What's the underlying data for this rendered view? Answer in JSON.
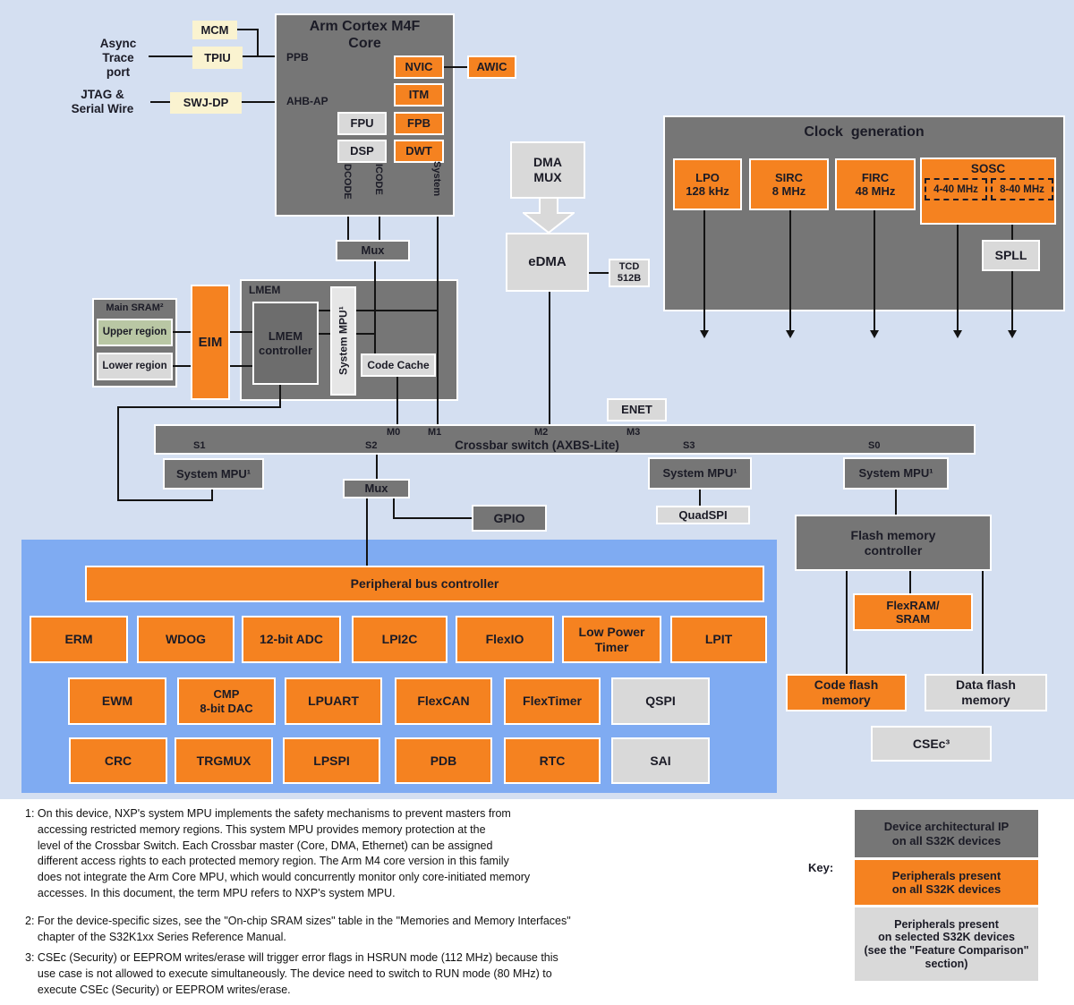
{
  "colors": {
    "page_bg": "#d4dff1",
    "peripheral_panel_blue": "#7fabf2",
    "orange": "#f58220",
    "dark_gray": "#767676",
    "light_gray": "#d9d9d9",
    "cream": "#faf3d0",
    "sram_green": "#b9c7a4",
    "line": "#131313"
  },
  "debug_ports": {
    "async_trace": "Async\nTrace\nport",
    "jtag": "JTAG &\nSerial Wire",
    "mcm": "MCM",
    "tpiu": "TPIU",
    "swj_dp": "SWJ-DP"
  },
  "core": {
    "title": "Arm Cortex M4F\nCore",
    "ppb": "PPB",
    "ahb_ap": "AHB-AP",
    "nvic": "NVIC",
    "itm": "ITM",
    "fpu": "FPU",
    "fpb": "FPB",
    "dsp": "DSP",
    "dwt": "DWT",
    "awic": "AWIC",
    "dcode": "DCODE",
    "icode": "ICODE",
    "system": "System"
  },
  "dma": {
    "dma_mux": "DMA\nMUX",
    "edma": "eDMA",
    "tcd": "TCD\n512B"
  },
  "clock": {
    "title": "Clock  generation",
    "lpo": "LPO\n128 kHz",
    "sirc": "SIRC\n8 MHz",
    "firc": "FIRC\n48 MHz",
    "sosc": "SOSC",
    "sosc_range1": "4-40 MHz",
    "sosc_range2": "8-40 MHz",
    "spll": "SPLL"
  },
  "memory": {
    "mux_top": "Mux",
    "lmem": "LMEM",
    "lmem_controller": "LMEM\ncontroller",
    "system_mpu": "System MPU¹",
    "code_cache": "Code Cache",
    "main_sram": "Main SRAM²",
    "upper_region": "Upper region",
    "lower_region": "Lower region",
    "eim": "EIM"
  },
  "crossbar": {
    "title": "Crossbar switch (AXBS-Lite)",
    "m0": "M0",
    "m1": "M1",
    "m2": "M2",
    "m3": "M3",
    "s1": "S1",
    "s2": "S2",
    "s3": "S3",
    "s0": "S0",
    "enet": "ENET",
    "mux_s2": "Mux",
    "gpio": "GPIO",
    "sysmpu_s1": "System MPU¹",
    "sysmpu_s3": "System MPU¹",
    "sysmpu_s0": "System MPU¹",
    "quadspi": "QuadSPI"
  },
  "flash": {
    "controller": "Flash memory\ncontroller",
    "flexram": "FlexRAM/\nSRAM",
    "code_flash": "Code flash\nmemory",
    "data_flash": "Data flash\nmemory",
    "csec": "CSEc³"
  },
  "peripherals": {
    "bus_controller": "Peripheral bus controller",
    "row1": [
      "ERM",
      "WDOG",
      "12-bit ADC",
      "LPI2C",
      "FlexIO",
      "Low Power\nTimer",
      "LPIT"
    ],
    "row2": [
      "EWM",
      "CMP\n8-bit DAC",
      "LPUART",
      "FlexCAN",
      "FlexTimer",
      "QSPI"
    ],
    "row3": [
      "CRC",
      "TRGMUX",
      "LPSPI",
      "PDB",
      "RTC",
      "SAI"
    ]
  },
  "footnotes": {
    "fn1": "1: On this device, NXP's system MPU implements the safety mechanisms to prevent masters from\n    accessing restricted memory regions. This system MPU provides memory protection at the\n    level of the Crossbar Switch. Each Crossbar master (Core, DMA, Ethernet) can be assigned\n    different access rights to each protected memory region. The Arm M4 core version in this family\n    does not integrate the Arm Core MPU, which would concurrently monitor only core-initiated memory\n    accesses. In this document, the term MPU refers to NXP's system MPU.",
    "fn2": "2: For the device-specific sizes, see the \"On-chip SRAM sizes\" table in the \"Memories and Memory Interfaces\"\n    chapter of the S32K1xx Series Reference Manual.",
    "fn3": "3: CSEc (Security) or EEPROM writes/erase will trigger error flags in HSRUN mode (112 MHz) because this\n    use case is not allowed to execute simultaneously. The device need to switch to RUN mode (80 MHz) to\n    execute CSEc (Security) or EEPROM writes/erase."
  },
  "key": {
    "label": "Key:",
    "item1": "Device architectural IP\non all S32K devices",
    "item2": "Peripherals present\non all S32K devices",
    "item3": "Peripherals present\non selected S32K devices\n(see the \"Feature Comparison\"\nsection)"
  }
}
